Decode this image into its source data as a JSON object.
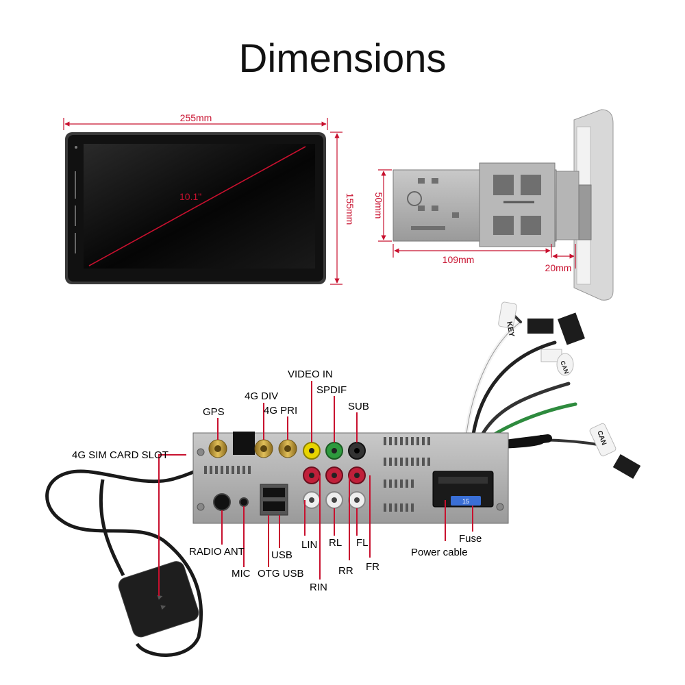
{
  "title": "Dimensions",
  "dimensions": {
    "width": "255mm",
    "height": "155mm",
    "diagonal": "10.1\"",
    "chassis_height": "50mm",
    "chassis_depth": "109mm",
    "panel_offset": "20mm"
  },
  "connectors": {
    "video_in": "VIDEO IN",
    "spdif": "SPDIF",
    "sub": "SUB",
    "gps": "GPS",
    "g4_div": "4G DIV",
    "g4_pri": "4G PRI",
    "sim_slot": "4G SIM CARD SLOT",
    "radio_ant": "RADIO ANT",
    "mic": "MIC",
    "usb": "USB",
    "otg_usb": "OTG USB",
    "lin": "LIN",
    "rin": "RIN",
    "rl": "RL",
    "rr": "RR",
    "fl": "FL",
    "fr": "FR",
    "fuse": "Fuse",
    "power_cable": "Power cable"
  },
  "cable_tags": {
    "key": "KEY",
    "can": "CAN",
    "can2": "CAN"
  },
  "colors": {
    "dimension_line": "#c8102e",
    "rca_video": "#e8d400",
    "rca_spdif": "#2e9a3e",
    "rca_sub": "#222222",
    "rca_red": "#c0203a",
    "rca_white": "#eeeeee",
    "fuse": "#3a6fd6"
  }
}
